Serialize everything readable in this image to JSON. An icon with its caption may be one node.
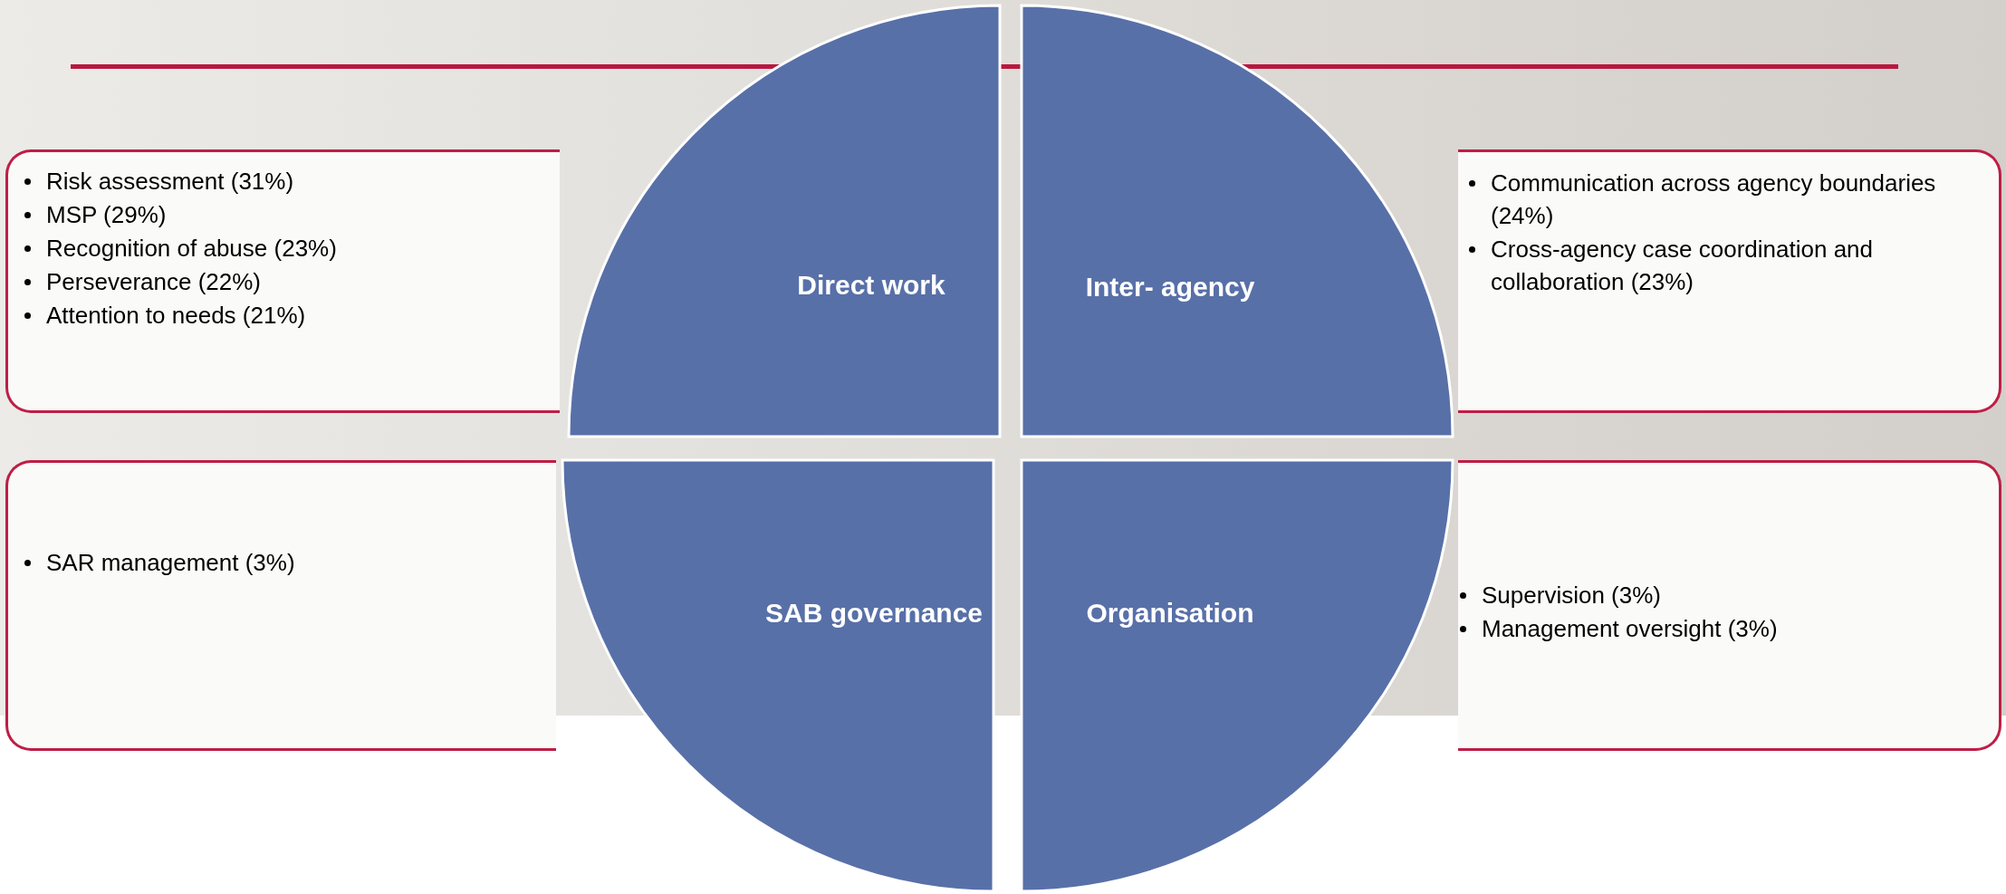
{
  "diagram": {
    "nodes": [
      {
        "text": [
          "Risk assessment (31%)",
          "MSP (29%)",
          "Recognition of abuse (23%)",
          "Perseverance (22%)",
          "Attention to needs (21%)"
        ]
      },
      {
        "text": [
          "Direct work"
        ]
      },
      {
        "text": [
          "Inter- agency"
        ]
      },
      {
        "text": [
          "Communication across agency boundaries (24%)",
          "Cross-agency case coordination and collaboration (23%)"
        ]
      },
      {
        "text": [
          "SAR management (3%)"
        ]
      },
      {
        "text": [
          "SAB governance"
        ]
      },
      {
        "text": [
          "Organisation"
        ]
      },
      {
        "text": [
          "Supervision (3%)",
          "Management oversight (3%)"
        ]
      }
    ]
  }
}
